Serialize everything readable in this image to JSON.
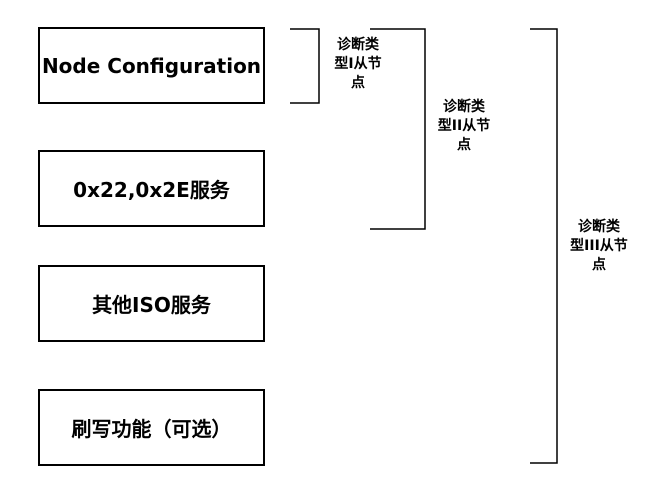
{
  "boxes": [
    {
      "label": "Node Configuration"
    },
    {
      "label": "0x22,0x2E服务"
    },
    {
      "label": "其他ISO服务"
    },
    {
      "label": "刷写功能（可选）"
    }
  ],
  "groups": [
    {
      "lines": [
        "诊断类",
        "型I从节",
        "点"
      ]
    },
    {
      "lines": [
        "诊断类",
        "型II从节",
        "点"
      ]
    },
    {
      "lines": [
        "诊断类",
        "型III从节",
        "点"
      ]
    }
  ]
}
